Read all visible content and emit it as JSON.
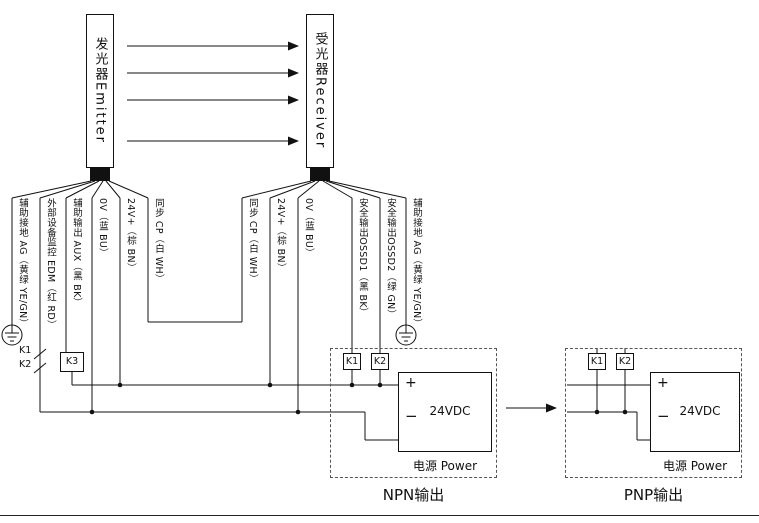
{
  "emitter": {
    "label": "发光器Emitter"
  },
  "receiver": {
    "label": "受光器Receiver"
  },
  "emitter_wires": [
    {
      "label": "辅助接地 AG（黄绿 YE/GN）"
    },
    {
      "label": "外部设备监控 EDM（红 RD）"
    },
    {
      "label": "辅助输出 AUX（黑 BK）"
    },
    {
      "label": "0V（蓝 BU）"
    },
    {
      "label": "24V+（棕 BN）"
    },
    {
      "label": "同步 CP（白 WH）"
    }
  ],
  "receiver_wires": [
    {
      "label": "同步 CP（白 WH）"
    },
    {
      "label": "24V+（棕 BN）"
    },
    {
      "label": "0V（蓝 BU）"
    },
    {
      "label": "安全输出OSSD1（黑 BK）"
    },
    {
      "label": "安全输出OSSD2（绿 GN）"
    },
    {
      "label": "辅助接地 AG（黄绿 YE/GN）"
    }
  ],
  "edm_contacts": {
    "k1": "K1",
    "k2": "K2",
    "k3": "K3"
  },
  "npn": {
    "relay1": "K1",
    "relay2": "K2",
    "psu": {
      "plus": "+",
      "minus": "−",
      "voltage": "24VDC",
      "label": "电源 Power"
    },
    "caption": "NPN输出"
  },
  "pnp": {
    "relay1": "K1",
    "relay2": "K2",
    "psu": {
      "plus": "+",
      "minus": "−",
      "voltage": "24VDC",
      "label": "电源 Power"
    },
    "caption": "PNP输出"
  }
}
